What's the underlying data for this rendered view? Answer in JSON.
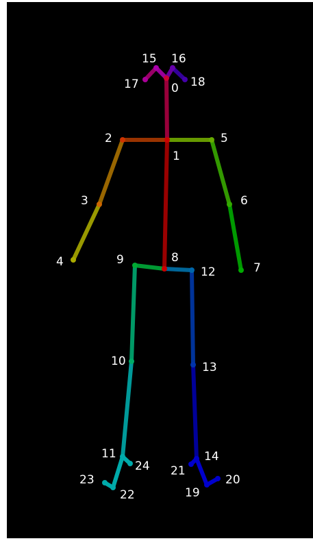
{
  "keypoints": [
    {
      "id": "0",
      "label": "0",
      "color": "#cc0033"
    },
    {
      "id": "1",
      "label": "1",
      "color": "#cc0000"
    },
    {
      "id": "2",
      "label": "2",
      "color": "#cc3300"
    },
    {
      "id": "3",
      "label": "3",
      "color": "#cc6600"
    },
    {
      "id": "4",
      "label": "4",
      "color": "#aaaa00"
    },
    {
      "id": "5",
      "label": "5",
      "color": "#66aa00"
    },
    {
      "id": "6",
      "label": "6",
      "color": "#33aa00"
    },
    {
      "id": "7",
      "label": "7",
      "color": "#00aa00"
    },
    {
      "id": "8",
      "label": "8",
      "color": "#cc0000"
    },
    {
      "id": "9",
      "label": "9",
      "color": "#00aa33"
    },
    {
      "id": "10",
      "label": "10",
      "color": "#00aa66"
    },
    {
      "id": "11",
      "label": "11",
      "color": "#00aaaa"
    },
    {
      "id": "12",
      "label": "12",
      "color": "#0066aa"
    },
    {
      "id": "13",
      "label": "13",
      "color": "#0033aa"
    },
    {
      "id": "14",
      "label": "14",
      "color": "#0000cc"
    },
    {
      "id": "15",
      "label": "15",
      "color": "#aa00aa"
    },
    {
      "id": "16",
      "label": "16",
      "color": "#6600aa"
    },
    {
      "id": "17",
      "label": "17",
      "color": "#aa0099"
    },
    {
      "id": "18",
      "label": "18",
      "color": "#4400aa"
    },
    {
      "id": "19",
      "label": "19",
      "color": "#0000cc"
    },
    {
      "id": "20",
      "label": "20",
      "color": "#0000cc"
    },
    {
      "id": "21",
      "label": "21",
      "color": "#0000cc"
    },
    {
      "id": "22",
      "label": "22",
      "color": "#00aaaa"
    },
    {
      "id": "23",
      "label": "23",
      "color": "#00aaaa"
    },
    {
      "id": "24",
      "label": "24",
      "color": "#00aaaa"
    }
  ],
  "bones": [
    {
      "from": "1",
      "to": "0",
      "color": "#99003a"
    },
    {
      "from": "1",
      "to": "2",
      "color": "#993300"
    },
    {
      "from": "1",
      "to": "5",
      "color": "#669900"
    },
    {
      "from": "2",
      "to": "3",
      "color": "#996600"
    },
    {
      "from": "3",
      "to": "4",
      "color": "#999900"
    },
    {
      "from": "5",
      "to": "6",
      "color": "#339900"
    },
    {
      "from": "6",
      "to": "7",
      "color": "#009900"
    },
    {
      "from": "1",
      "to": "8",
      "color": "#990000"
    },
    {
      "from": "8",
      "to": "9",
      "color": "#009933"
    },
    {
      "from": "9",
      "to": "10",
      "color": "#009966"
    },
    {
      "from": "10",
      "to": "11",
      "color": "#009999"
    },
    {
      "from": "8",
      "to": "12",
      "color": "#006699"
    },
    {
      "from": "12",
      "to": "13",
      "color": "#003399"
    },
    {
      "from": "13",
      "to": "14",
      "color": "#000099"
    },
    {
      "from": "0",
      "to": "15",
      "color": "#990099"
    },
    {
      "from": "0",
      "to": "16",
      "color": "#660099"
    },
    {
      "from": "15",
      "to": "17",
      "color": "#990066"
    },
    {
      "from": "16",
      "to": "18",
      "color": "#330099"
    },
    {
      "from": "14",
      "to": "19",
      "color": "#0000cc"
    },
    {
      "from": "19",
      "to": "20",
      "color": "#0000cc"
    },
    {
      "from": "14",
      "to": "21",
      "color": "#0000cc"
    },
    {
      "from": "11",
      "to": "22",
      "color": "#00aaaa"
    },
    {
      "from": "22",
      "to": "23",
      "color": "#00aaaa"
    },
    {
      "from": "11",
      "to": "24",
      "color": "#00aaaa"
    }
  ]
}
